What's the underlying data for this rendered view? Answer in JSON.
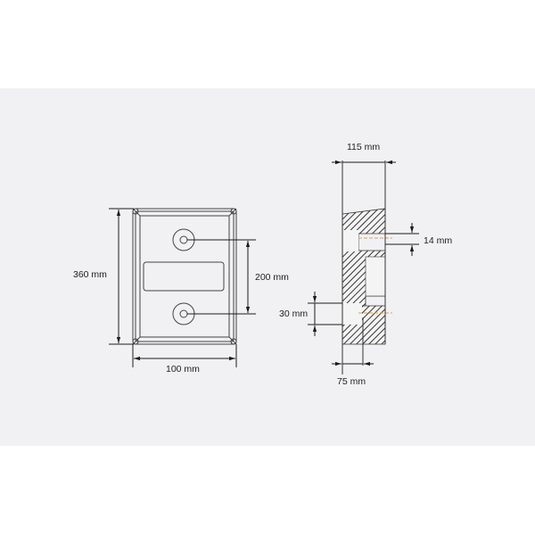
{
  "drawing": {
    "background": "#f1f1f3",
    "line_color": "#1a1a1a",
    "accent_color": "#e0a050",
    "front_view": {
      "height_label": "360 mm",
      "width_label": "100 mm",
      "hole_spacing_label": "200 mm"
    },
    "side_view": {
      "depth_label": "115 mm",
      "hole_diameter_label": "14 mm",
      "recess_height_label": "30 mm",
      "recess_depth_label": "75 mm"
    }
  }
}
